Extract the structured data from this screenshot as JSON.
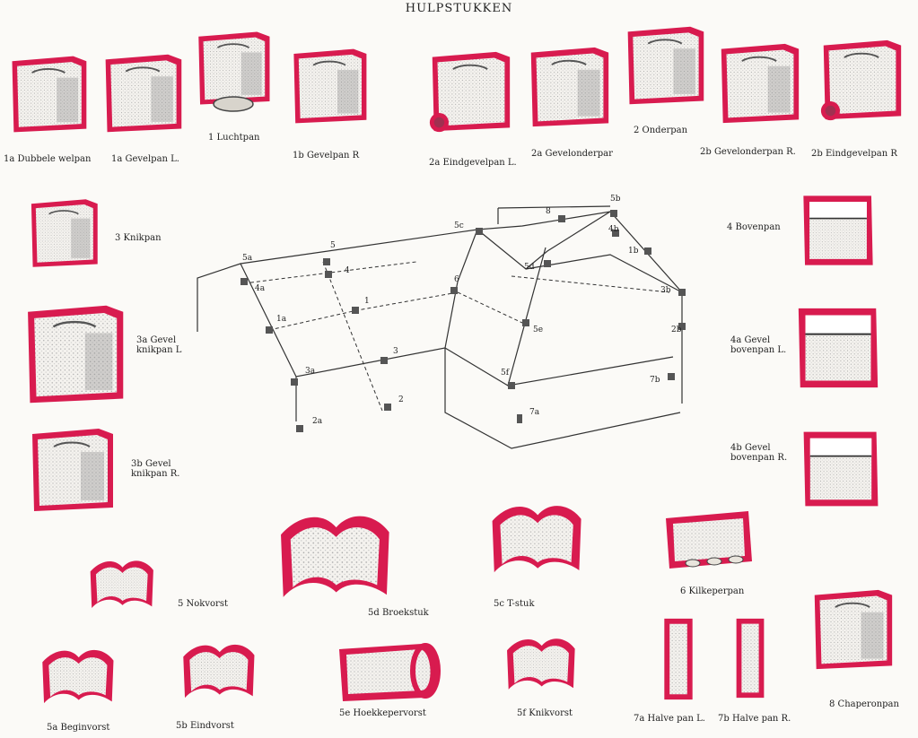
{
  "title": "HULPSTUKKEN",
  "colors": {
    "edge": "#d81b4f",
    "body": "#f3f1ee",
    "shade": "#8a8a8a",
    "line": "#333333"
  },
  "labels": {
    "l_1a_dubbele": "1a Dubbele welpan",
    "l_1a_gevel": "1a Gevelpan L.",
    "l_1": "1 Luchtpan",
    "l_1b": "1b Gevelpan R",
    "l_2a_eind": "2a Eindgevelpan L.",
    "l_2a_onder": "2a Gevelonderpar",
    "l_2": "2 Onderpan",
    "l_2b_onder": "2b Gevelonderpan R.",
    "l_2b_eind": "2b Eindgevelpan R",
    "l_3": "3 Knikpan",
    "l_3a": "3a Gevel knikpan L",
    "l_3b": "3b Gevel knikpan R.",
    "l_4": "4 Bovenpan",
    "l_4a": "4a Gevel bovenpan L.",
    "l_4b": "4b Gevel bovenpan R.",
    "l_5": "5 Nokvorst",
    "l_5d": "5d Broekstuk",
    "l_5c": "5c T-stuk",
    "l_6": "6 Kilkeperpan",
    "l_5a": "5a Beginvorst",
    "l_5b": "5b Eindvorst",
    "l_5e": "5e Hoekkepervorst",
    "l_5f": "5f Knikvorst",
    "l_7a": "7a Halve pan L.",
    "l_7b": "7b Halve pan R.",
    "l_8": "8 Chaperonpan"
  },
  "roof_markers": [
    "5a",
    "5",
    "4",
    "4a",
    "1",
    "1a",
    "3",
    "3a",
    "2",
    "2a",
    "6",
    "5c",
    "5d",
    "5e",
    "5f",
    "7a",
    "8",
    "5b",
    "4b",
    "1b",
    "3b",
    "2b",
    "7b"
  ]
}
